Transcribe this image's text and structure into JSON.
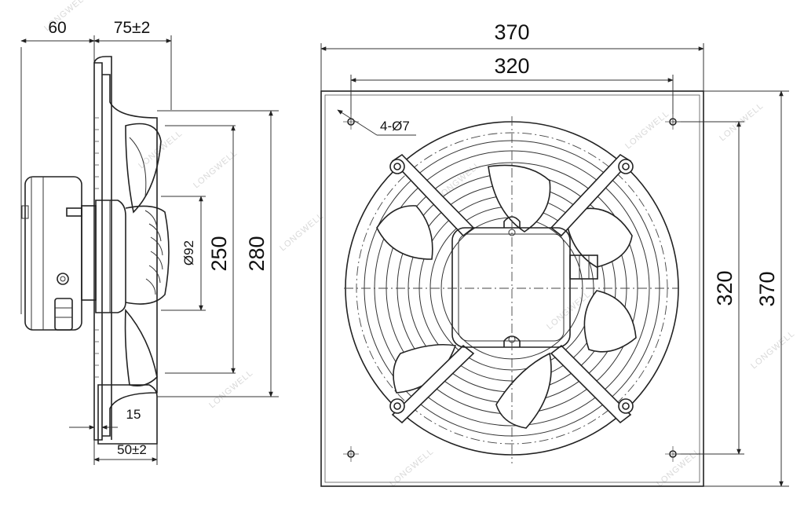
{
  "side_view": {
    "dim_60": "60",
    "dim_75": "75±2",
    "dim_15": "15",
    "dim_50": "50±2",
    "dim_92": "Ø92",
    "dim_250": "250",
    "dim_280": "280"
  },
  "front_view": {
    "dim_370_top": "370",
    "dim_320_top": "320",
    "dim_320_right": "320",
    "dim_370_right": "370",
    "holes_label": "4-Ø7"
  },
  "watermark": "LONGWELL"
}
